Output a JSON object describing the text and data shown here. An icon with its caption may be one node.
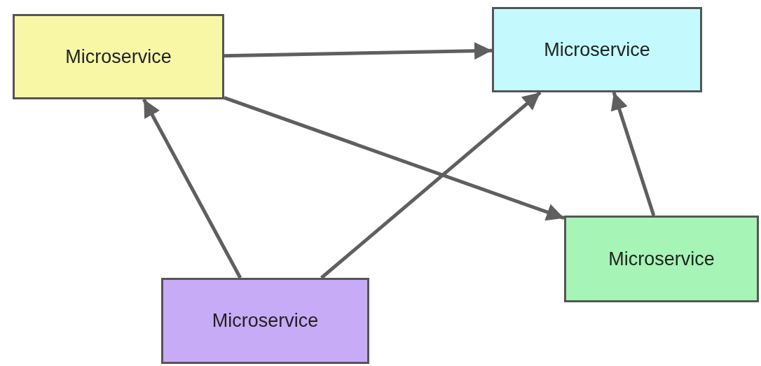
{
  "diagram": {
    "nodes": [
      {
        "text": [
          "Microservice"
        ]
      },
      {
        "text": [
          "Microservice"
        ]
      },
      {
        "text": [
          "Microservice"
        ]
      },
      {
        "text": [
          "Microservice"
        ]
      }
    ],
    "edges": [
      {
        "from": 0,
        "to": 1,
        "arrow": "to"
      },
      {
        "from": 2,
        "to": 0,
        "arrow": "to"
      },
      {
        "from": 2,
        "to": 1,
        "arrow": "to"
      },
      {
        "from": 0,
        "to": 3,
        "arrow": "to"
      },
      {
        "from": 3,
        "to": 1,
        "arrow": "to"
      }
    ]
  }
}
